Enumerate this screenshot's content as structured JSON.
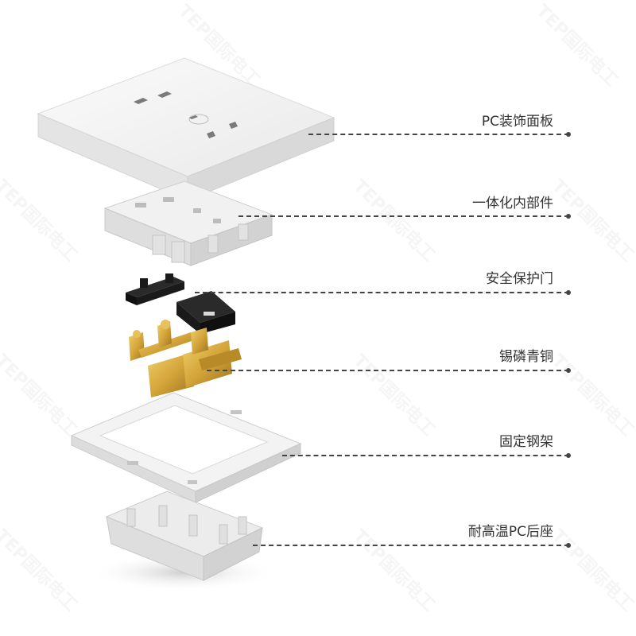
{
  "watermark": "TEP国际电工",
  "parts": [
    {
      "label": "PC装饰面板"
    },
    {
      "label": "一体化内部件"
    },
    {
      "label": "安全保护门"
    },
    {
      "label": "锡磷青铜"
    },
    {
      "label": "固定钢架"
    },
    {
      "label": "耐高温PC后座"
    }
  ],
  "colors": {
    "text": "#333333",
    "leader": "#444444",
    "panel": "#f5f5f5",
    "shutter": "#1a1a1a",
    "brass": "#d4a53a"
  }
}
